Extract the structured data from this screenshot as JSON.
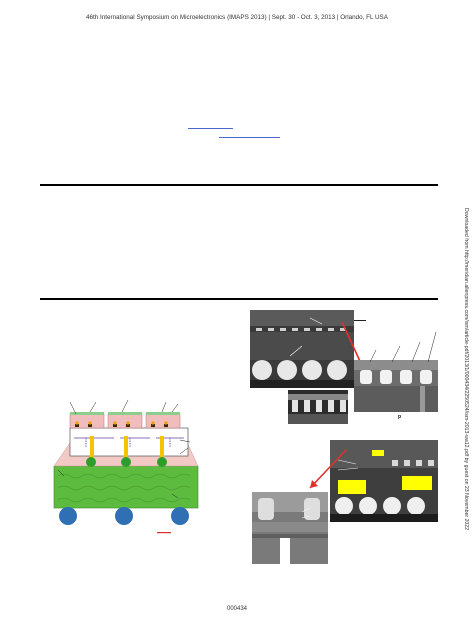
{
  "header": {
    "conference": "46th International Symposium on Microelectronics (IMAPS 2013) | Sept. 30 - Oct. 3, 2013 | Orlando, FL USA"
  },
  "sidebar": {
    "download_note": "Downloaded from http://meridian.allenpress.com/ism/article-pdf/2013/1/000434/2250524/ism-2013-wa12.pdf by guest on 23 November 2022"
  },
  "figures": {
    "sem_top_left_label": "p"
  },
  "footer": {
    "page_number": "000434"
  },
  "colors": {
    "substrate_green": "#5dbb3f",
    "underfill_pink": "#f2c9c4",
    "solder_ball_blue": "#2f6fb3",
    "bump_green": "#2e9e2a",
    "via_yellow": "#f5c400",
    "highlight_yellow": "#ffff00",
    "arrow_red": "#e0302a",
    "link_blue": "#4a67c9"
  }
}
